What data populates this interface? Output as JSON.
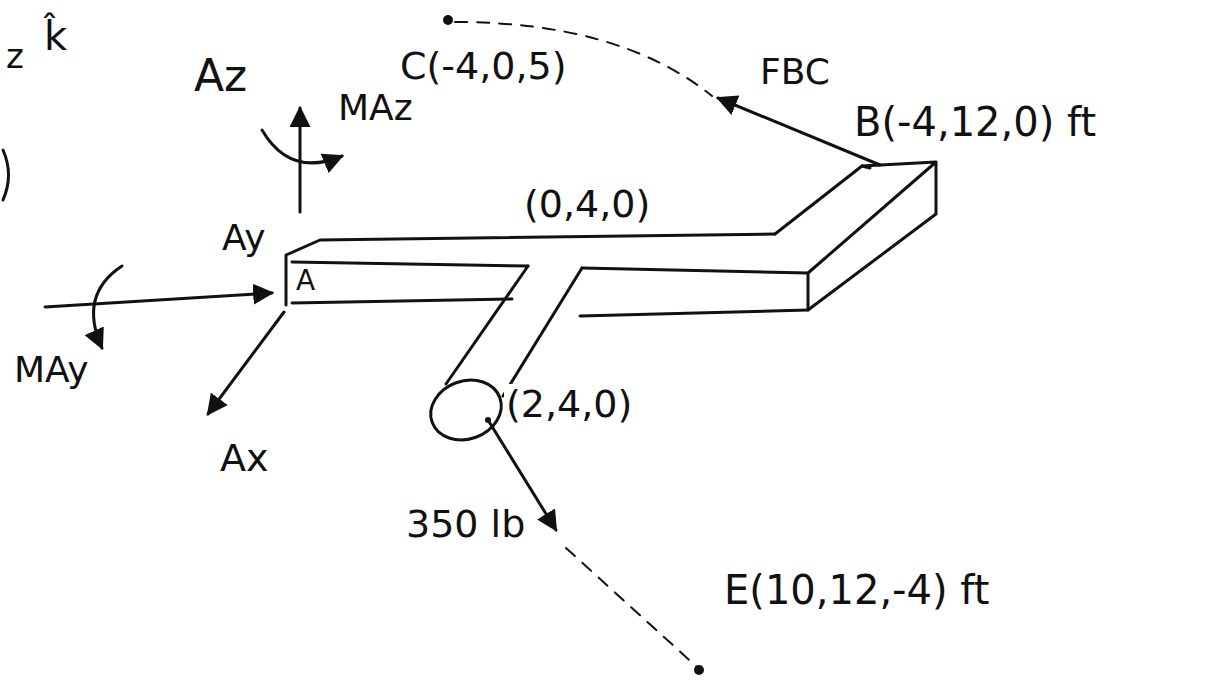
{
  "diagram": {
    "labels": [
      "z",
      "k̂",
      "Az",
      "MAz",
      "C(-4,0,5)",
      "FBC",
      "B(-4,12,0) ft",
      "(0,4,0)",
      "Ay",
      "A",
      "MAy",
      "Ax",
      "(2,4,0)",
      "350 lb",
      "E(10,12,-4) ft"
    ]
  }
}
